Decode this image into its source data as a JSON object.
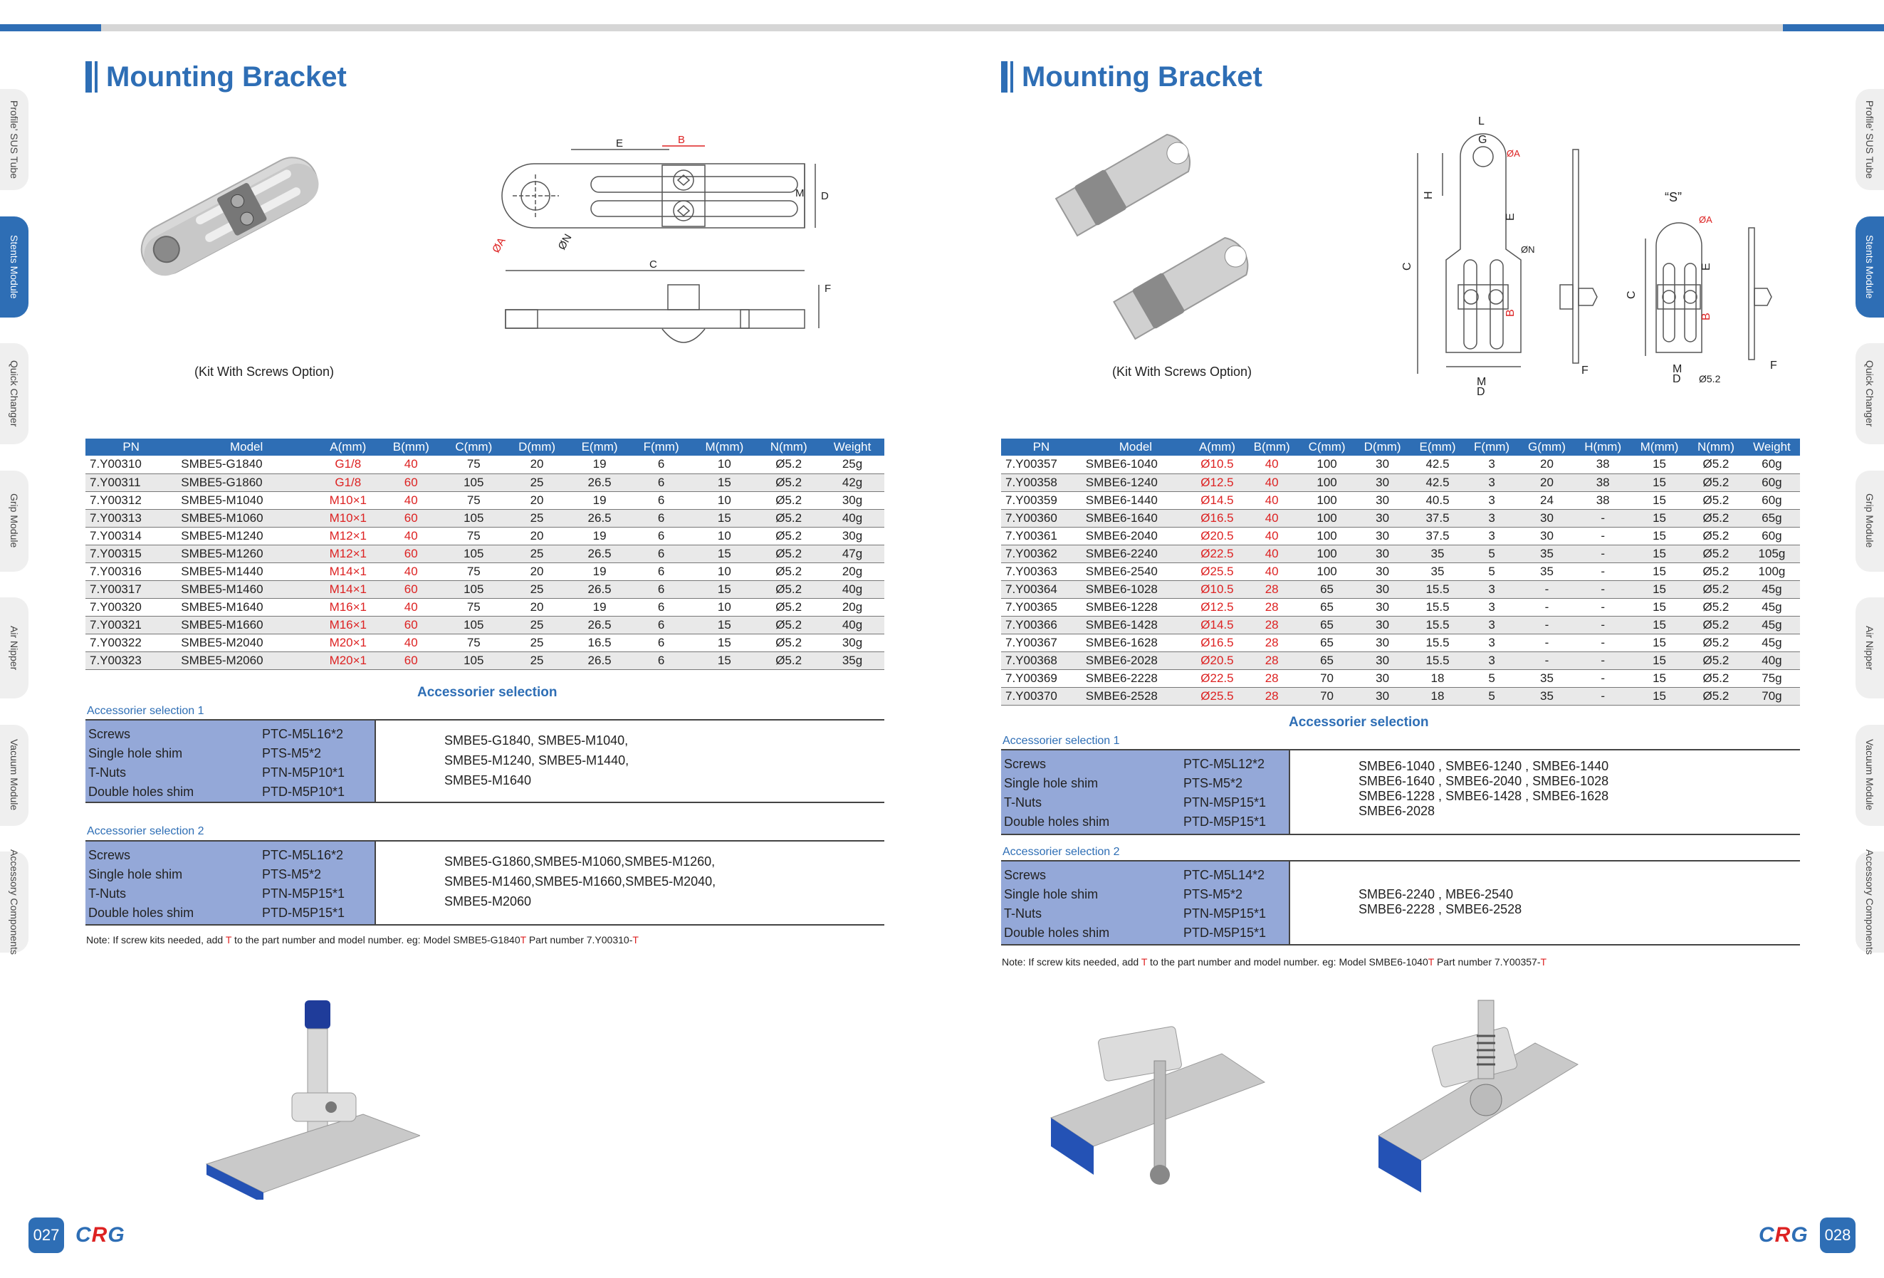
{
  "tabs": [
    "Profile’ SUS Tube",
    "Stents Module",
    "Quick Changer",
    "Grip Module",
    "Air Nipper",
    "Vacuum Module",
    "Accessory Components"
  ],
  "active_tab": 1,
  "left": {
    "title": "Mounting Bracket",
    "caption": "(Kit With Screws Option)",
    "drawing_labels": {
      "e": "E",
      "b": "B",
      "m": "M",
      "d": "D",
      "a": "ØA",
      "n": "ØN",
      "c": "C",
      "f": "F"
    },
    "headers": [
      "PN",
      "Model",
      "A(mm)",
      "B(mm)",
      "C(mm)",
      "D(mm)",
      "E(mm)",
      "F(mm)",
      "M(mm)",
      "N(mm)",
      "Weight"
    ],
    "rows": [
      [
        "7.Y00310",
        "SMBE5-G1840",
        "G1/8",
        "40",
        "75",
        "20",
        "19",
        "6",
        "10",
        "Ø5.2",
        "25g"
      ],
      [
        "7.Y00311",
        "SMBE5-G1860",
        "G1/8",
        "60",
        "105",
        "25",
        "26.5",
        "6",
        "15",
        "Ø5.2",
        "42g"
      ],
      [
        "7.Y00312",
        "SMBE5-M1040",
        "M10×1",
        "40",
        "75",
        "20",
        "19",
        "6",
        "10",
        "Ø5.2",
        "30g"
      ],
      [
        "7.Y00313",
        "SMBE5-M1060",
        "M10×1",
        "60",
        "105",
        "25",
        "26.5",
        "6",
        "15",
        "Ø5.2",
        "40g"
      ],
      [
        "7.Y00314",
        "SMBE5-M1240",
        "M12×1",
        "40",
        "75",
        "20",
        "19",
        "6",
        "10",
        "Ø5.2",
        "30g"
      ],
      [
        "7.Y00315",
        "SMBE5-M1260",
        "M12×1",
        "60",
        "105",
        "25",
        "26.5",
        "6",
        "15",
        "Ø5.2",
        "47g"
      ],
      [
        "7.Y00316",
        "SMBE5-M1440",
        "M14×1",
        "40",
        "75",
        "20",
        "19",
        "6",
        "10",
        "Ø5.2",
        "20g"
      ],
      [
        "7.Y00317",
        "SMBE5-M1460",
        "M14×1",
        "60",
        "105",
        "25",
        "26.5",
        "6",
        "15",
        "Ø5.2",
        "40g"
      ],
      [
        "7.Y00320",
        "SMBE5-M1640",
        "M16×1",
        "40",
        "75",
        "20",
        "19",
        "6",
        "10",
        "Ø5.2",
        "20g"
      ],
      [
        "7.Y00321",
        "SMBE5-M1660",
        "M16×1",
        "60",
        "105",
        "25",
        "26.5",
        "6",
        "15",
        "Ø5.2",
        "40g"
      ],
      [
        "7.Y00322",
        "SMBE5-M2040",
        "M20×1",
        "40",
        "75",
        "25",
        "16.5",
        "6",
        "15",
        "Ø5.2",
        "30g"
      ],
      [
        "7.Y00323",
        "SMBE5-M2060",
        "M20×1",
        "60",
        "105",
        "25",
        "26.5",
        "6",
        "15",
        "Ø5.2",
        "35g"
      ]
    ],
    "acc_title": "Accessorier selection",
    "acc1": {
      "label": "Accessorier selection 1",
      "items": [
        [
          "Screws",
          "PTC-M5L16*2"
        ],
        [
          "Single hole shim",
          "PTS-M5*2"
        ],
        [
          "T-Nuts",
          "PTN-M5P10*1"
        ],
        [
          "Double holes shim",
          "PTD-M5P10*1"
        ]
      ],
      "models": [
        "SMBE5-G1840, SMBE5-M1040,",
        "SMBE5-M1240, SMBE5-M1440,",
        "SMBE5-M1640"
      ]
    },
    "acc2": {
      "label": "Accessorier selection 2",
      "items": [
        [
          "Screws",
          "PTC-M5L16*2"
        ],
        [
          "Single hole shim",
          "PTS-M5*2"
        ],
        [
          "T-Nuts",
          "PTN-M5P15*1"
        ],
        [
          "Double holes shim",
          "PTD-M5P15*1"
        ]
      ],
      "models": [
        "SMBE5-G1860,SMBE5-M1060,SMBE5-M1260,",
        "SMBE5-M1460,SMBE5-M1660,SMBE5-M2040,",
        "SMBE5-M2060"
      ]
    },
    "note_a": "Note: If screw kits needed, add ",
    "note_t": "T",
    "note_b": " to the part number and model number. eg: Model SMBE5-G1840",
    "note_t2": "T",
    "note_c": " Part number 7.Y00310-",
    "note_t3": "T",
    "page_num": "027"
  },
  "right": {
    "title": "Mounting Bracket",
    "caption": "(Kit With Screws Option)",
    "drawing_labels": {
      "l": "L",
      "g": "G",
      "a": "ØA",
      "h": "H",
      "e": "E",
      "n": "ØN",
      "c": "C",
      "b": "B",
      "m": "M",
      "d": "D",
      "f": "F",
      "s": "“S”",
      "a2": "ØA",
      "c2": "C",
      "e2": "E",
      "b2": "B",
      "m2": "M",
      "d2": "D",
      "f2": "F",
      "hole": "Ø5.2"
    },
    "headers": [
      "PN",
      "Model",
      "A(mm)",
      "B(mm)",
      "C(mm)",
      "D(mm)",
      "E(mm)",
      "F(mm)",
      "G(mm)",
      "H(mm)",
      "M(mm)",
      "N(mm)",
      "Weight"
    ],
    "rows": [
      [
        "7.Y00357",
        "SMBE6-1040",
        "Ø10.5",
        "40",
        "100",
        "30",
        "42.5",
        "3",
        "20",
        "38",
        "15",
        "Ø5.2",
        "60g"
      ],
      [
        "7.Y00358",
        "SMBE6-1240",
        "Ø12.5",
        "40",
        "100",
        "30",
        "42.5",
        "3",
        "20",
        "38",
        "15",
        "Ø5.2",
        "60g"
      ],
      [
        "7.Y00359",
        "SMBE6-1440",
        "Ø14.5",
        "40",
        "100",
        "30",
        "40.5",
        "3",
        "24",
        "38",
        "15",
        "Ø5.2",
        "60g"
      ],
      [
        "7.Y00360",
        "SMBE6-1640",
        "Ø16.5",
        "40",
        "100",
        "30",
        "37.5",
        "3",
        "30",
        "-",
        "15",
        "Ø5.2",
        "65g"
      ],
      [
        "7.Y00361",
        "SMBE6-2040",
        "Ø20.5",
        "40",
        "100",
        "30",
        "37.5",
        "3",
        "30",
        "-",
        "15",
        "Ø5.2",
        "60g"
      ],
      [
        "7.Y00362",
        "SMBE6-2240",
        "Ø22.5",
        "40",
        "100",
        "30",
        "35",
        "5",
        "35",
        "-",
        "15",
        "Ø5.2",
        "105g"
      ],
      [
        "7.Y00363",
        "SMBE6-2540",
        "Ø25.5",
        "40",
        "100",
        "30",
        "35",
        "5",
        "35",
        "-",
        "15",
        "Ø5.2",
        "100g"
      ],
      [
        "7.Y00364",
        "SMBE6-1028",
        "Ø10.5",
        "28",
        "65",
        "30",
        "15.5",
        "3",
        "-",
        "-",
        "15",
        "Ø5.2",
        "45g"
      ],
      [
        "7.Y00365",
        "SMBE6-1228",
        "Ø12.5",
        "28",
        "65",
        "30",
        "15.5",
        "3",
        "-",
        "-",
        "15",
        "Ø5.2",
        "45g"
      ],
      [
        "7.Y00366",
        "SMBE6-1428",
        "Ø14.5",
        "28",
        "65",
        "30",
        "15.5",
        "3",
        "-",
        "-",
        "15",
        "Ø5.2",
        "45g"
      ],
      [
        "7.Y00367",
        "SMBE6-1628",
        "Ø16.5",
        "28",
        "65",
        "30",
        "15.5",
        "3",
        "-",
        "-",
        "15",
        "Ø5.2",
        "45g"
      ],
      [
        "7.Y00368",
        "SMBE6-2028",
        "Ø20.5",
        "28",
        "65",
        "30",
        "15.5",
        "3",
        "-",
        "-",
        "15",
        "Ø5.2",
        "40g"
      ],
      [
        "7.Y00369",
        "SMBE6-2228",
        "Ø22.5",
        "28",
        "70",
        "30",
        "18",
        "5",
        "35",
        "-",
        "15",
        "Ø5.2",
        "75g"
      ],
      [
        "7.Y00370",
        "SMBE6-2528",
        "Ø25.5",
        "28",
        "70",
        "30",
        "18",
        "5",
        "35",
        "-",
        "15",
        "Ø5.2",
        "70g"
      ]
    ],
    "acc_title": "Accessorier selection",
    "acc1": {
      "label": "Accessorier selection 1",
      "items": [
        [
          "Screws",
          "PTC-M5L12*2"
        ],
        [
          "Single hole shim",
          "PTS-M5*2"
        ],
        [
          "T-Nuts",
          "PTN-M5P15*1"
        ],
        [
          "Double holes shim",
          "PTD-M5P15*1"
        ]
      ],
      "models": [
        "SMBE6-1040 , SMBE6-1240 , SMBE6-1440",
        "SMBE6-1640 , SMBE6-2040 , SMBE6-1028",
        "SMBE6-1228 , SMBE6-1428 , SMBE6-1628",
        "SMBE6-2028"
      ]
    },
    "acc2": {
      "label": "Accessorier selection 2",
      "items": [
        [
          "Screws",
          "PTC-M5L14*2"
        ],
        [
          "Single hole shim",
          "PTS-M5*2"
        ],
        [
          "T-Nuts",
          "PTN-M5P15*1"
        ],
        [
          "Double holes shim",
          "PTD-M5P15*1"
        ]
      ],
      "models": [
        "SMBE6-2240 , MBE6-2540",
        "SMBE6-2228 , SMBE6-2528"
      ]
    },
    "note_a": "Note: If screw kits needed, add ",
    "note_t": "T",
    "note_b": " to the part number and model number. eg: Model SMBE6-1040",
    "note_t2": "T",
    "note_c": " Part number 7.Y00357-",
    "note_t3": "T",
    "page_num": "028"
  },
  "logo": {
    "c": "C",
    "r": "R",
    "g": "G"
  },
  "colors": {
    "accent": "#2e6eb5",
    "red": "#d22222",
    "shim": "#94a8d8"
  }
}
